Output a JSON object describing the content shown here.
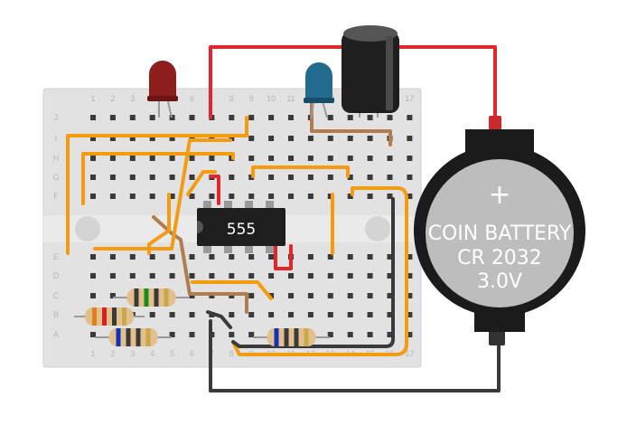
{
  "breadboard": {
    "column_numbers": [
      "1",
      "2",
      "3",
      "4",
      "5",
      "6",
      "7",
      "8",
      "9",
      "10",
      "11",
      "12",
      "13",
      "14",
      "15",
      "16",
      "17"
    ],
    "row_letters_top": [
      "J",
      "I",
      "H",
      "G",
      "F"
    ],
    "row_letters_bottom": [
      "E",
      "D",
      "C",
      "B",
      "A"
    ]
  },
  "chip": {
    "label": "555",
    "body_color": "#1e1e1e"
  },
  "battery": {
    "line1": "COIN BATTERY",
    "line2": "CR 2032",
    "line3": "3.0V",
    "plus_symbol": "+"
  },
  "leds": [
    {
      "name": "red-led",
      "color": "#8e1d1d"
    },
    {
      "name": "blue-led",
      "color": "#236b8e"
    }
  ],
  "capacitor": {
    "color": "#1f1f1f"
  },
  "resistors": [
    {
      "name": "resistor-1",
      "bands": [
        "#3a3a3a",
        "#1a8a1a",
        "#3a3a3a",
        "#c9a84a"
      ]
    },
    {
      "name": "resistor-2",
      "bands": [
        "#e08020",
        "#d42020",
        "#3a3a3a",
        "#c9a84a"
      ]
    },
    {
      "name": "resistor-3",
      "bands": [
        "#1030c0",
        "#3a3a3a",
        "#3a3a3a",
        "#c9a84a"
      ]
    },
    {
      "name": "resistor-4",
      "bands": [
        "#1030c0",
        "#3a3a3a",
        "#3a3a3a",
        "#c9a84a"
      ]
    }
  ],
  "wire_colors": {
    "red": "#e2272a",
    "orange": "#f39c12",
    "brown": "#b07d4f",
    "black": "#3a3a3a"
  }
}
